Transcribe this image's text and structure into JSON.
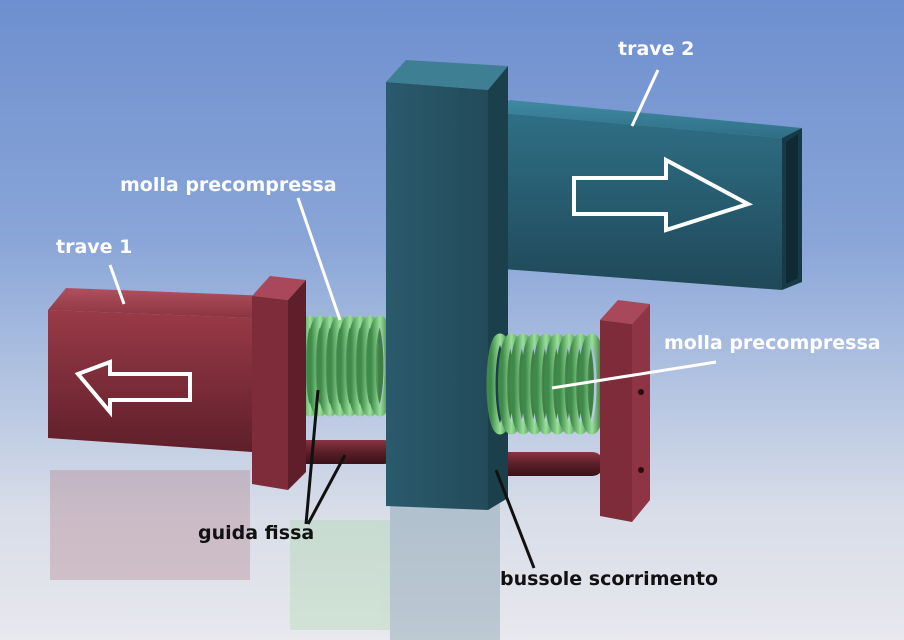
{
  "labels": {
    "beam1": "trave 1",
    "beam2": "trave 2",
    "spring_left": "molla precompressa",
    "spring_right": "molla precompressa",
    "fixed_guide": "guida fissa",
    "sliding_bushings": "bussole scorrimento"
  },
  "colors": {
    "beam1": "#7a2e3a",
    "beam2": "#2b5a6e",
    "column": "#2c5868",
    "spring": "#6fbf6f",
    "guide_rod": "#5a2028"
  }
}
